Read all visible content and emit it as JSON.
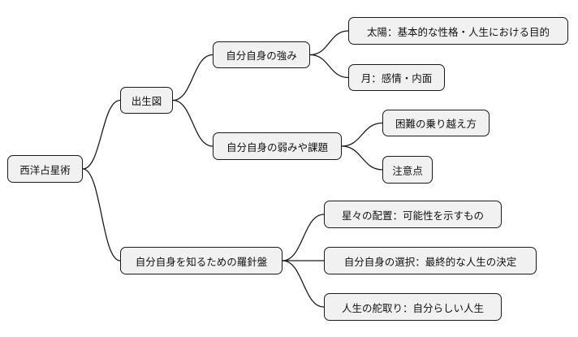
{
  "colors": {
    "node_fill": "#f1f1f1",
    "node_border": "#1a1a1a",
    "edge": "#1a1a1a",
    "background": "#ffffff"
  },
  "mindmap": {
    "root": {
      "label": "西洋占星術"
    },
    "branches": [
      {
        "label": "出生図",
        "children": [
          {
            "label": "自分自身の強み",
            "children": [
              {
                "label": "太陽：基本的な性格・人生における目的"
              },
              {
                "label": "月：感情・内面"
              }
            ]
          },
          {
            "label": "自分自身の弱みや課題",
            "children": [
              {
                "label": "困難の乗り越え方"
              },
              {
                "label": "注意点"
              }
            ]
          }
        ]
      },
      {
        "label": "自分自身を知るための羅針盤",
        "children": [
          {
            "label": "星々の配置：可能性を示すもの"
          },
          {
            "label": "自分自身の選択：最終的な人生の決定"
          },
          {
            "label": "人生の舵取り：自分らしい人生"
          }
        ]
      }
    ]
  }
}
